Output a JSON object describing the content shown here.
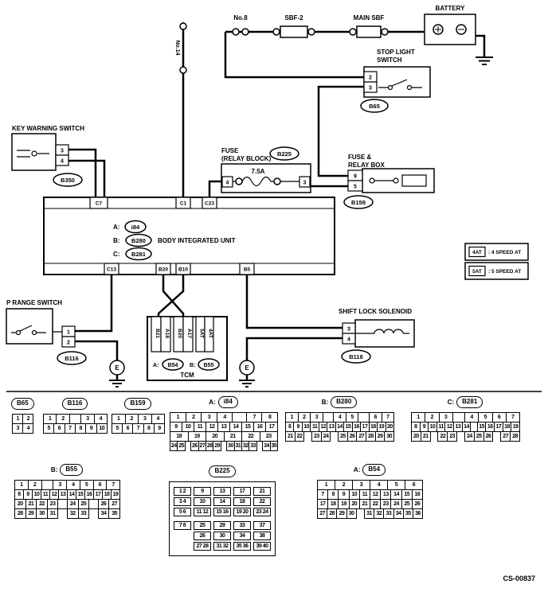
{
  "footer": {
    "code": "CS-00837"
  },
  "top": {
    "battery": {
      "label": "BATTERY"
    },
    "links": {
      "no8": "No.8",
      "sbf2": "SBF-2",
      "main_sbf": "MAIN SBF",
      "no14": "No.14"
    },
    "stop_light_switch": {
      "label1": "STOP LIGHT",
      "label2": "SWITCH",
      "pin_top": "2",
      "pin_bottom": "3",
      "connector": "B65"
    },
    "key_warning_switch": {
      "label": "KEY WARNING SWITCH",
      "pin_top": "3",
      "pin_bottom": "4",
      "connector": "B350"
    },
    "fuse_relay_block": {
      "label1": "FUSE",
      "label2": "(RELAY BLOCK)",
      "connector": "B225",
      "rating": "7.5A",
      "pin_left": "4",
      "pin_right": "3"
    },
    "fuse_relay_box": {
      "label1": "FUSE &",
      "label2": "RELAY BOX",
      "pin_top": "9",
      "pin_bottom": "5",
      "connector": "B159"
    },
    "biu": {
      "a_prefix": "A:",
      "a": "i84",
      "b_prefix": "B:",
      "b": "B280",
      "c_prefix": "C:",
      "c": "B281",
      "name": "BODY INTEGRATED UNIT",
      "conn_top": [
        "C7",
        "C1",
        "C23"
      ],
      "conn_bottom": [
        "C13",
        "B20",
        "B10",
        "B5"
      ]
    },
    "p_range_switch": {
      "label": "P RANGE SWITCH",
      "pin_top": "1",
      "pin_bottom": "2",
      "connector": "B116"
    },
    "tcm": {
      "label": "TCM",
      "a_prefix": "A:",
      "a": "B54",
      "b_prefix": "B:",
      "b": "B55",
      "conn": [
        "B21",
        "A18",
        "B20",
        "A17",
        "5AT",
        "4AT"
      ]
    },
    "shift_lock_solenoid": {
      "label": "SHIFT LOCK SOLENOID",
      "pin_top": "3",
      "pin_bottom": "4",
      "connector": "B118"
    },
    "ground": {
      "label": "E"
    },
    "legend": {
      "tag1": "4AT",
      "text1": ": 4 SPEED AT",
      "tag2": "5AT",
      "text2": ": 5 SPEED AT"
    }
  },
  "pinouts": {
    "b65": {
      "prefix": "",
      "name": "B65",
      "rows": [
        [
          "1",
          "2"
        ],
        [
          "3",
          "4"
        ]
      ]
    },
    "b116": {
      "prefix": "",
      "name": "B116",
      "rows": [
        [
          "1",
          "2",
          "",
          "3",
          "4"
        ],
        [
          "5",
          "6",
          "7",
          "8",
          "9",
          "10"
        ]
      ]
    },
    "b159": {
      "prefix": "",
      "name": "B159",
      "rows": [
        [
          "1",
          "2",
          "3",
          "4"
        ],
        [
          "5",
          "6",
          "7",
          "8",
          "9"
        ]
      ]
    },
    "i84": {
      "prefix": "A:",
      "name": "i84",
      "rows": [
        [
          "1",
          "2",
          "3",
          "4",
          "",
          "7",
          "8"
        ],
        [
          "9",
          "10",
          "11",
          "12",
          "13",
          "14",
          "15",
          "16",
          "17"
        ],
        [
          "18",
          "19",
          "20",
          "21",
          "22",
          "23"
        ],
        [
          "24",
          "25",
          "",
          "26",
          "27",
          "28",
          "29",
          "",
          "30",
          "31",
          "32",
          "33",
          "",
          "34",
          "35"
        ]
      ]
    },
    "b280": {
      "prefix": "B:",
      "name": "B280",
      "rows": [
        [
          "1",
          "2",
          "3",
          "",
          "4",
          "5",
          "",
          "6",
          "7"
        ],
        [
          "8",
          "9",
          "10",
          "11",
          "12",
          "13",
          "14",
          "15",
          "16",
          "17",
          "18",
          "19",
          "20"
        ],
        [
          "21",
          "22",
          "",
          "23",
          "24",
          "",
          "25",
          "26",
          "27",
          "28",
          "29",
          "30"
        ]
      ]
    },
    "b281": {
      "prefix": "C:",
      "name": "B281",
      "rows": [
        [
          "1",
          "2",
          "3",
          "",
          "4",
          "5",
          "6",
          "7"
        ],
        [
          "8",
          "9",
          "10",
          "11",
          "12",
          "13",
          "14",
          "",
          "15",
          "16",
          "17",
          "18",
          "19"
        ],
        [
          "20",
          "21",
          "",
          "22",
          "23",
          "",
          "24",
          "25",
          "26",
          "",
          "27",
          "28"
        ]
      ]
    },
    "b55": {
      "prefix": "B:",
      "name": "B55",
      "rows": [
        [
          "1",
          "2",
          "",
          "3",
          "4",
          "5",
          "6",
          "7"
        ],
        [
          "8",
          "9",
          "10",
          "11",
          "12",
          "13",
          "14",
          "15",
          "16",
          "17",
          "18",
          "19"
        ],
        [
          "20",
          "21",
          "22",
          "23",
          "",
          "24",
          "25",
          "",
          "26",
          "27"
        ],
        [
          "28",
          "29",
          "30",
          "31",
          "",
          "32",
          "33",
          "",
          "34",
          "35"
        ]
      ]
    },
    "b225": {
      "prefix": "",
      "name": "B225",
      "rows": [
        [
          "1 2",
          "9",
          "13",
          "17",
          "21"
        ],
        [
          "3 4",
          "10",
          "14",
          "18",
          "22"
        ],
        [
          "5 6",
          "11 12",
          "15 16",
          "19 20",
          "23 24"
        ],
        [
          "7 8",
          "25",
          "29",
          "33",
          "37"
        ],
        [
          "",
          "26",
          "30",
          "34",
          "38"
        ],
        [
          "",
          "27 28",
          "31 32",
          "35 36",
          "39 40"
        ]
      ]
    },
    "b54": {
      "prefix": "A:",
      "name": "B54",
      "rows": [
        [
          "1",
          "2",
          "3",
          "4",
          "5",
          "6"
        ],
        [
          "7",
          "8",
          "9",
          "10",
          "11",
          "12",
          "13",
          "14",
          "15",
          "16"
        ],
        [
          "17",
          "18",
          "19",
          "20",
          "21",
          "22",
          "23",
          "24",
          "25",
          "26"
        ],
        [
          "27",
          "28",
          "29",
          "30",
          "",
          "31",
          "32",
          "33",
          "34",
          "35",
          "36"
        ]
      ]
    }
  }
}
